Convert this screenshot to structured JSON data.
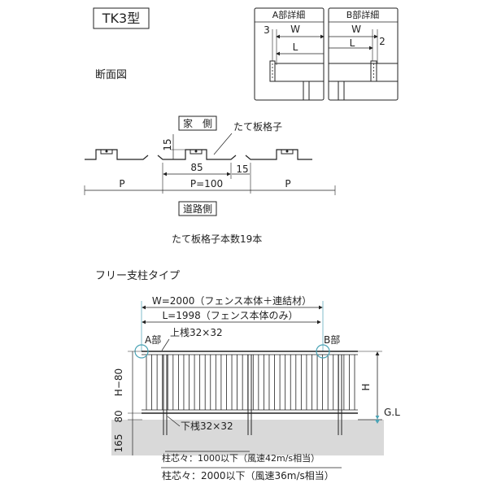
{
  "model_label": "TK3型",
  "section_title": "断面図",
  "detail_a": {
    "title": "A部詳細",
    "dim_3": "3",
    "dim_w": "W",
    "dim_l": "L"
  },
  "detail_b": {
    "title": "B部詳細",
    "dim_w": "W",
    "dim_l": "L",
    "dim_2": "2"
  },
  "cross_section": {
    "house_side": "家　側",
    "road_side": "道路側",
    "vertical_slat": "たて板格子",
    "dim_15_vertical": "15",
    "dim_85": "85",
    "dim_15_horizontal": "15",
    "pitch_left": "P",
    "pitch_center": "P=100",
    "pitch_right": "P",
    "slat_count": "たて板格子本数19本"
  },
  "free_post": {
    "title": "フリー支柱タイプ",
    "width_total": "W=2000（フェンス本体＋連結材）",
    "width_body": "L=1998（フェンス本体のみ）",
    "part_a": "A部",
    "part_b": "B部",
    "top_rail": "上桟32×32",
    "bottom_rail": "下桟32×32",
    "dim_h80": "H−80",
    "dim_80": "80",
    "dim_165": "165",
    "dim_h": "H",
    "ground_level": "G.L",
    "post_pitch_1": "柱芯々：1000以下（風速42m/s相当）",
    "post_pitch_2": "柱芯々：2000以下（風速36m/s相当）"
  },
  "colors": {
    "line": "#222222",
    "accent": "#4aa3b5",
    "ground": "#d9d9d9"
  }
}
